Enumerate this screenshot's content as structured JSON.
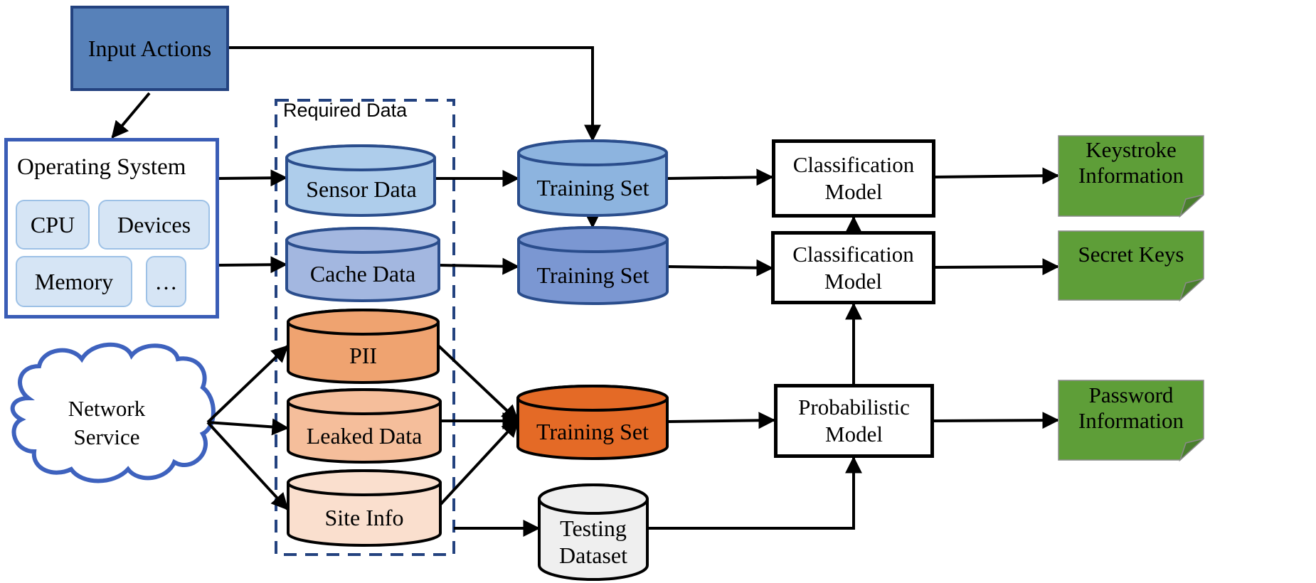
{
  "diagram": {
    "input_actions": {
      "label": "Input Actions",
      "fill": "#5781b9",
      "border": "#23427f"
    },
    "operating_system": {
      "title": "Operating System",
      "border": "#3a5db6",
      "components": [
        "CPU",
        "Devices",
        "Memory",
        "…"
      ]
    },
    "network_service": {
      "label_line1": "Network",
      "label_line2": "Service",
      "border": "#3e62be"
    },
    "required_data": {
      "title": "Required Data",
      "border": "#23427f",
      "items": [
        {
          "label": "Sensor Data",
          "fill": "#aecdeb"
        },
        {
          "label": "Cache Data",
          "fill": "#a3b7e0"
        },
        {
          "label": "PII",
          "fill": "#efa370"
        },
        {
          "label": "Leaked Data",
          "fill": "#f5be9b"
        },
        {
          "label": "Site Info",
          "fill": "#fadfce"
        }
      ]
    },
    "training_sets": [
      {
        "label": "Training Set",
        "fill": "#8db4df"
      },
      {
        "label": "Training Set",
        "fill": "#7b97d2"
      },
      {
        "label": "Training Set",
        "fill": "#e46a26"
      }
    ],
    "testing_dataset": {
      "label_line1": "Testing",
      "label_line2": "Dataset",
      "fill": "#efefef"
    },
    "models": [
      {
        "line1": "Classification",
        "line2": "Model"
      },
      {
        "line1": "Classification",
        "line2": "Model"
      },
      {
        "line1": "Probabilistic",
        "line2": "Model"
      }
    ],
    "outputs": [
      {
        "line1": "Keystroke",
        "line2": "Information"
      },
      {
        "line1": "Secret Keys",
        "line2": ""
      },
      {
        "line1": "Password",
        "line2": "Information"
      }
    ],
    "output_fill": "#5e9e38",
    "output_fold": "#4a7f2d",
    "edges": [
      {
        "from": "Input Actions",
        "to": "Operating System"
      },
      {
        "from": "Input Actions",
        "to": "Training Set (1)"
      },
      {
        "from": "Operating System",
        "to": "Sensor Data"
      },
      {
        "from": "Operating System",
        "to": "Cache Data"
      },
      {
        "from": "Network Service",
        "to": "PII"
      },
      {
        "from": "Network Service",
        "to": "Leaked Data"
      },
      {
        "from": "Network Service",
        "to": "Site Info"
      },
      {
        "from": "Sensor Data",
        "to": "Training Set (1)"
      },
      {
        "from": "Cache Data",
        "to": "Training Set (2)"
      },
      {
        "from": "Training Set (1)",
        "to": "Training Set (2)"
      },
      {
        "from": "PII",
        "to": "Training Set (3)"
      },
      {
        "from": "Leaked Data",
        "to": "Training Set (3)"
      },
      {
        "from": "Site Info",
        "to": "Training Set (3)"
      },
      {
        "from": "Required Data",
        "to": "Testing Dataset"
      },
      {
        "from": "Training Set (1)",
        "to": "Classification Model (1)"
      },
      {
        "from": "Training Set (2)",
        "to": "Classification Model (2)"
      },
      {
        "from": "Training Set (3)",
        "to": "Probabilistic Model"
      },
      {
        "from": "Testing Dataset",
        "to": "Probabilistic Model"
      },
      {
        "from": "Classification Model (2)",
        "to": "Classification Model (1)"
      },
      {
        "from": "Probabilistic Model",
        "to": "Classification Model (2)"
      },
      {
        "from": "Classification Model (1)",
        "to": "Keystroke Information"
      },
      {
        "from": "Classification Model (2)",
        "to": "Secret Keys"
      },
      {
        "from": "Probabilistic Model",
        "to": "Password Information"
      }
    ]
  }
}
